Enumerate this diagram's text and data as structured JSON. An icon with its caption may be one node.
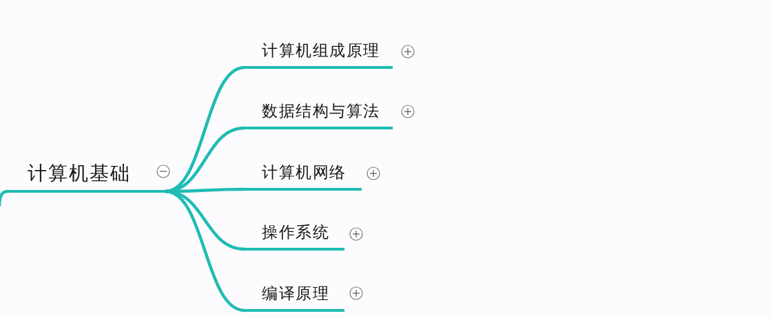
{
  "diagram": {
    "nodes": [
      {
        "text": [
          "计算机基础"
        ]
      },
      {
        "text": [
          "计算机组成原理"
        ]
      },
      {
        "text": [
          "数据结构与算法"
        ]
      },
      {
        "text": [
          "计算机网络"
        ]
      },
      {
        "text": [
          "操作系统"
        ]
      },
      {
        "text": [
          "编译原理"
        ]
      }
    ],
    "edges": [
      {
        "from": null,
        "to": 0,
        "arrow": "none"
      },
      {
        "from": 0,
        "to": 1,
        "arrow": "none"
      },
      {
        "from": 0,
        "to": 2,
        "arrow": "none"
      },
      {
        "from": 0,
        "to": 3,
        "arrow": "none"
      },
      {
        "from": 0,
        "to": 4,
        "arrow": "none"
      },
      {
        "from": 0,
        "to": 5,
        "arrow": "none"
      }
    ]
  }
}
